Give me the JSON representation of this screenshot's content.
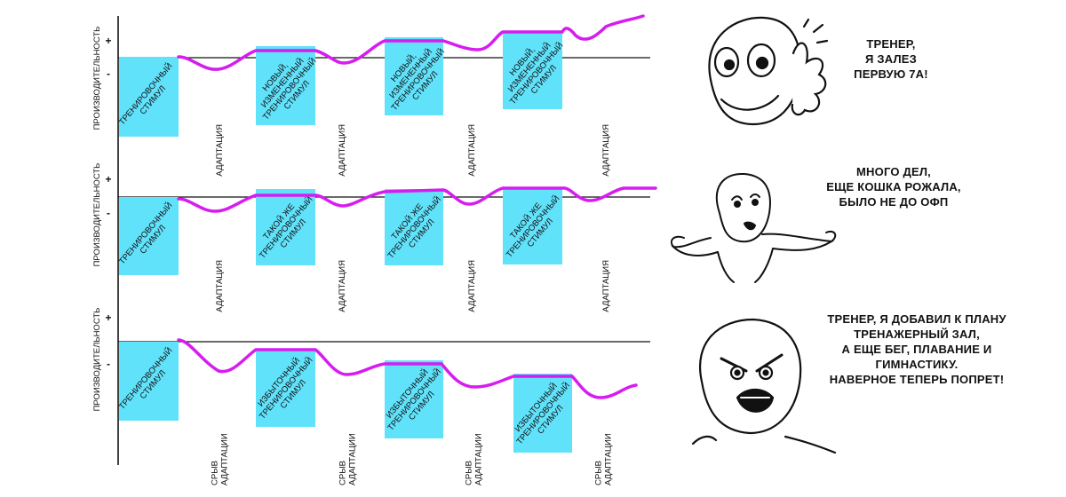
{
  "colors": {
    "stimulus_fill": "#61e2fb",
    "curve": "#d61cf0",
    "line": "#111111"
  },
  "axis": {
    "ylabel": "ПРОИЗВОДИТЕЛЬНОСТЬ",
    "plus": "+",
    "minus": "-"
  },
  "panels": [
    {
      "id": "progress",
      "stimuli": [
        [
          "ТРЕНИРОВОЧНЫЙ",
          "СТИМУЛ"
        ],
        [
          "НОВЫЙ,",
          "ИЗМЕНЕННЫЙ",
          "ТРЕНИРОВОЧНЫЙ",
          "СТИМУЛ"
        ],
        [
          "НОВЫЙ,",
          "ИЗМЕНЕННЫЙ",
          "ТРЕНИРОВОЧНЫЙ",
          "СТИМУЛ"
        ],
        [
          "НОВЫЙ,",
          "ИЗМЕНЕННЫЙ",
          "ТРЕНИРОВОЧНЫЙ",
          "СТИМУЛ"
        ]
      ],
      "phases": [
        [
          "АДАПТАЦИЯ"
        ],
        [
          "АДАПТАЦИЯ"
        ],
        [
          "АДАПТАЦИЯ"
        ],
        [
          "АДАПТАЦИЯ"
        ]
      ],
      "caption": [
        "ТРЕНЕР,",
        "Я ЗАЛЕЗ",
        "ПЕРВУЮ 7А!"
      ],
      "face": "happy-face-icon"
    },
    {
      "id": "plateau",
      "stimuli": [
        [
          "ТРЕНИРОВОЧНЫЙ",
          "СТИМУЛ"
        ],
        [
          "ТАКОЙ ЖЕ",
          "ТРЕНИРОВОЧНЫЙ",
          "СТИМУЛ"
        ],
        [
          "ТАКОЙ ЖЕ",
          "ТРЕНИРОВОЧНЫЙ",
          "СТИМУЛ"
        ],
        [
          "ТАКОЙ ЖЕ",
          "ТРЕНИРОВОЧНЫЙ",
          "СТИМУЛ"
        ]
      ],
      "phases": [
        [
          "АДАПТАЦИЯ"
        ],
        [
          "АДАПТАЦИЯ"
        ],
        [
          "АДАПТАЦИЯ"
        ],
        [
          "АДАПТАЦИЯ"
        ]
      ],
      "caption": [
        "МНОГО ДЕЛ,",
        "ЕЩЕ КОШКА РОЖАЛА,",
        "БЫЛО НЕ ДО ОФП"
      ],
      "face": "shrugging-face-icon"
    },
    {
      "id": "overtraining",
      "stimuli": [
        [
          "ТРЕНИРОВОЧНЫЙ",
          "СТИМУЛ"
        ],
        [
          "ИЗБЫТОЧНЫЙ",
          "ТРЕНИРОВОЧНЫЙ",
          "СТИМУЛ"
        ],
        [
          "ИЗБЫТОЧНЫЙ",
          "ТРЕНИРОВОЧНЫЙ",
          "СТИМУЛ"
        ],
        [
          "ИЗБЫТОЧНЫЙ",
          "ТРЕНИРОВОЧНЫЙ",
          "СТИМУЛ"
        ]
      ],
      "phases": [
        [
          "СРЫВ",
          "АДАПТАЦИИ"
        ],
        [
          "СРЫВ",
          "АДАПТАЦИИ"
        ],
        [
          "СРЫВ",
          "АДАПТАЦИИ"
        ],
        [
          "СРЫВ",
          "АДАПТАЦИИ"
        ]
      ],
      "caption": [
        "ТРЕНЕР, Я ДОБАВИЛ К ПЛАНУ",
        "ТРЕНАЖЕРНЫЙ ЗАЛ,",
        "А ЕЩЕ БЕГ, ПЛАВАНИЕ И",
        "ГИМНАСТИКУ.",
        "НАВЕРНОЕ ТЕПЕРЬ ПОПРЕТ!"
      ],
      "face": "y-u-no-face-icon"
    }
  ]
}
